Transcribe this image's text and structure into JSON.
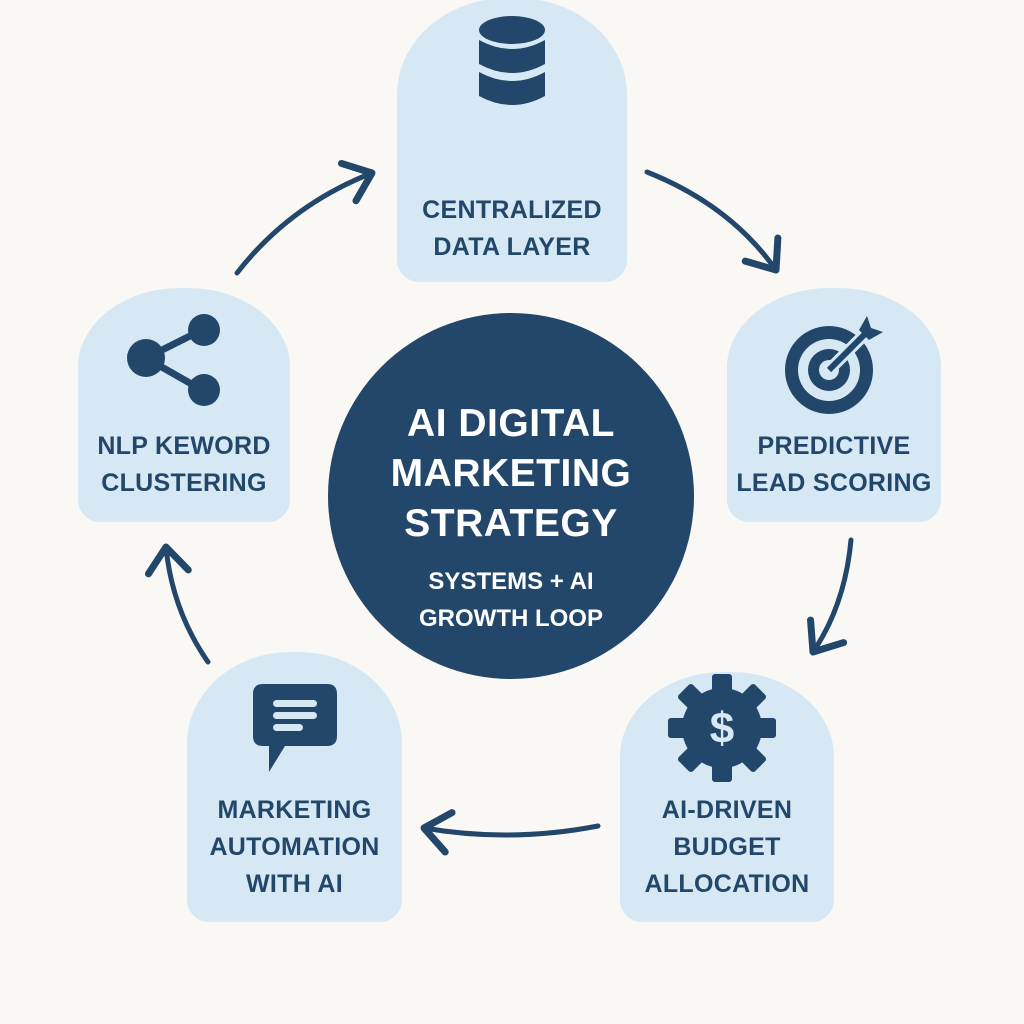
{
  "center": {
    "title_lines": [
      "AI DIGITAL",
      "MARKETING",
      "STRATEGY"
    ],
    "subtitle_lines": [
      "SYSTEMS + AI",
      "GROWTH LOOP"
    ]
  },
  "nodes": [
    {
      "icon": "database-icon",
      "lines": [
        "CENTRALIZED",
        "DATA LAYER"
      ]
    },
    {
      "icon": "target-icon",
      "lines": [
        "PREDICTIVE",
        "LEAD SCORING"
      ]
    },
    {
      "icon": "gear-dollar-icon",
      "lines": [
        "AI-DRIVEN",
        "BUDGET",
        "ALLOCATION"
      ]
    },
    {
      "icon": "chat-icon",
      "lines": [
        "MARKETING",
        "AUTOMATION",
        "WITH AI"
      ]
    },
    {
      "icon": "share-icon",
      "lines": [
        "NLP KEWORD",
        "CLUSTERING"
      ]
    }
  ],
  "colors": {
    "background": "#faf8f5",
    "card": "#d6e8f3",
    "dark": "#22476a"
  }
}
